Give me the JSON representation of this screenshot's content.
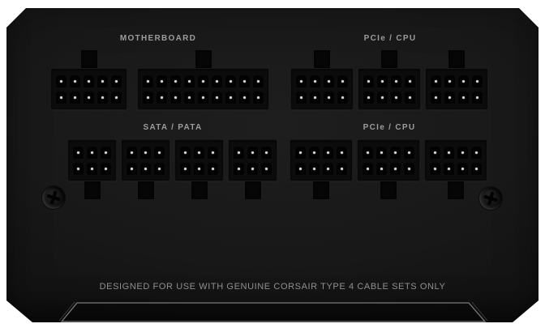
{
  "panel": {
    "disclaimer": "DESIGNED FOR USE WITH GENUINE CORSAIR TYPE 4 CABLE SETS ONLY",
    "colors": {
      "body": "#181818",
      "connector": "#0c0c0c",
      "pin_hole": "#020202",
      "pin_dot": "#d8d8d8",
      "label_text": "#9c9c9c",
      "disclaimer_text": "#8f8f8f",
      "accent_outline": "#7a7a7a",
      "background": "#ffffff"
    }
  },
  "groups": [
    {
      "id": "motherboard",
      "label": "MOTHERBOARD",
      "tab_side": "top",
      "connectors": [
        {
          "type": "10-pin",
          "cols": 5,
          "rows": 2
        },
        {
          "type": "18-pin",
          "cols": 9,
          "rows": 2
        }
      ]
    },
    {
      "id": "pcie-cpu-top",
      "label": "PCIe / CPU",
      "tab_side": "top",
      "connectors": [
        {
          "type": "8-pin",
          "cols": 4,
          "rows": 2
        },
        {
          "type": "8-pin",
          "cols": 4,
          "rows": 2
        },
        {
          "type": "8-pin",
          "cols": 4,
          "rows": 2
        }
      ]
    },
    {
      "id": "sata-pata",
      "label": "SATA / PATA",
      "tab_side": "bottom",
      "connectors": [
        {
          "type": "6-pin",
          "cols": 3,
          "rows": 2
        },
        {
          "type": "6-pin",
          "cols": 3,
          "rows": 2
        },
        {
          "type": "6-pin",
          "cols": 3,
          "rows": 2
        },
        {
          "type": "6-pin",
          "cols": 3,
          "rows": 2
        }
      ]
    },
    {
      "id": "pcie-cpu-bottom",
      "label": "PCIe / CPU",
      "tab_side": "bottom",
      "connectors": [
        {
          "type": "8-pin",
          "cols": 4,
          "rows": 2
        },
        {
          "type": "8-pin",
          "cols": 4,
          "rows": 2
        },
        {
          "type": "8-pin",
          "cols": 4,
          "rows": 2
        }
      ]
    }
  ],
  "screws": [
    {
      "position": "left",
      "type": "phillips"
    },
    {
      "position": "right",
      "type": "phillips"
    }
  ]
}
